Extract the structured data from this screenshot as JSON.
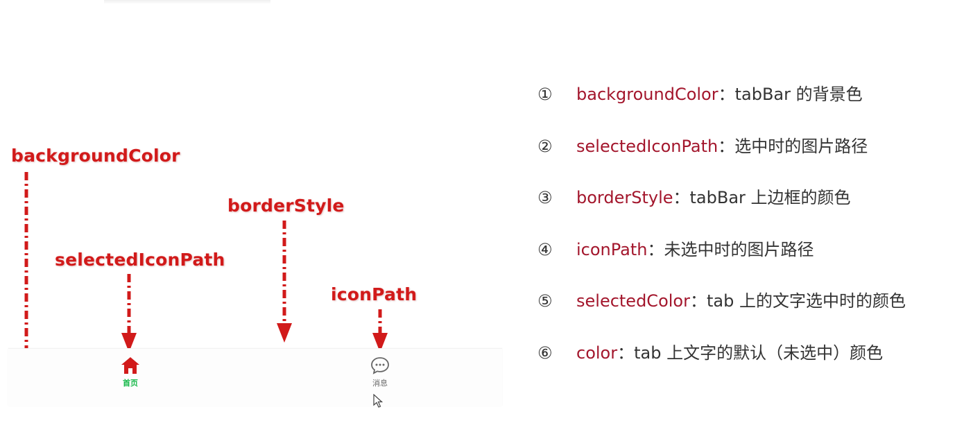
{
  "diagram": {
    "labels": {
      "background_color": "backgroundColor",
      "selected_icon_path": "selectedIconPath",
      "border_style": "borderStyle",
      "icon_path": "iconPath",
      "selected_color": "selectedColor",
      "color": "color"
    },
    "label_color": "#d11a1a"
  },
  "tabbar": {
    "home_label": "首页",
    "message_label": "消息",
    "selected_text_color": "#17b84a",
    "normal_text_color": "#666666"
  },
  "legend": {
    "items": [
      {
        "num": "①",
        "key": "backgroundColor",
        "desc": "：tabBar 的背景色"
      },
      {
        "num": "②",
        "key": "selectedIconPath",
        "desc": "：选中时的图片路径"
      },
      {
        "num": "③",
        "key": "borderStyle",
        "desc": "：tabBar 上边框的颜色"
      },
      {
        "num": "④",
        "key": "iconPath",
        "desc": "：未选中时的图片路径"
      },
      {
        "num": "⑤",
        "key": "selectedColor",
        "desc": "：tab 上的文字选中时的颜色"
      },
      {
        "num": "⑥",
        "key": "color",
        "desc": "：tab 上文字的默认（未选中）颜色"
      }
    ],
    "key_color": "#a3162c"
  }
}
